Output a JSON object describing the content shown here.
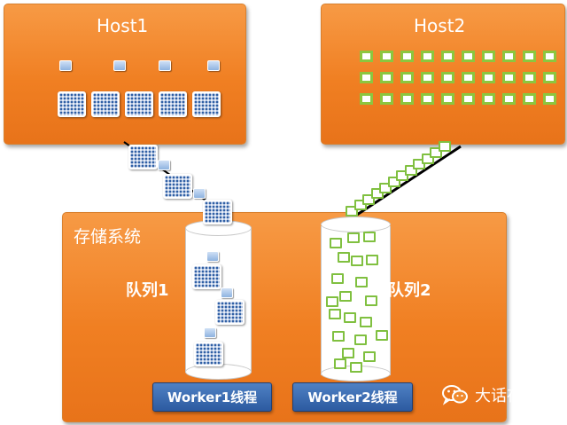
{
  "hosts": [
    {
      "title": "Host1"
    },
    {
      "title": "Host2"
    }
  ],
  "storage": {
    "title": "存储系统"
  },
  "queues": [
    {
      "label": "队列1"
    },
    {
      "label": "队列2"
    }
  ],
  "workers": [
    {
      "label": "Worker1线程"
    },
    {
      "label": "Worker2线程"
    }
  ],
  "watermark": {
    "text": "大话存储",
    "icon": "wechat-icon"
  },
  "colors": {
    "panel": "#f08a2e",
    "blue_block": "#2f5fa5",
    "green_block": "#8cc63f",
    "worker_button": "#3a6cb5"
  }
}
